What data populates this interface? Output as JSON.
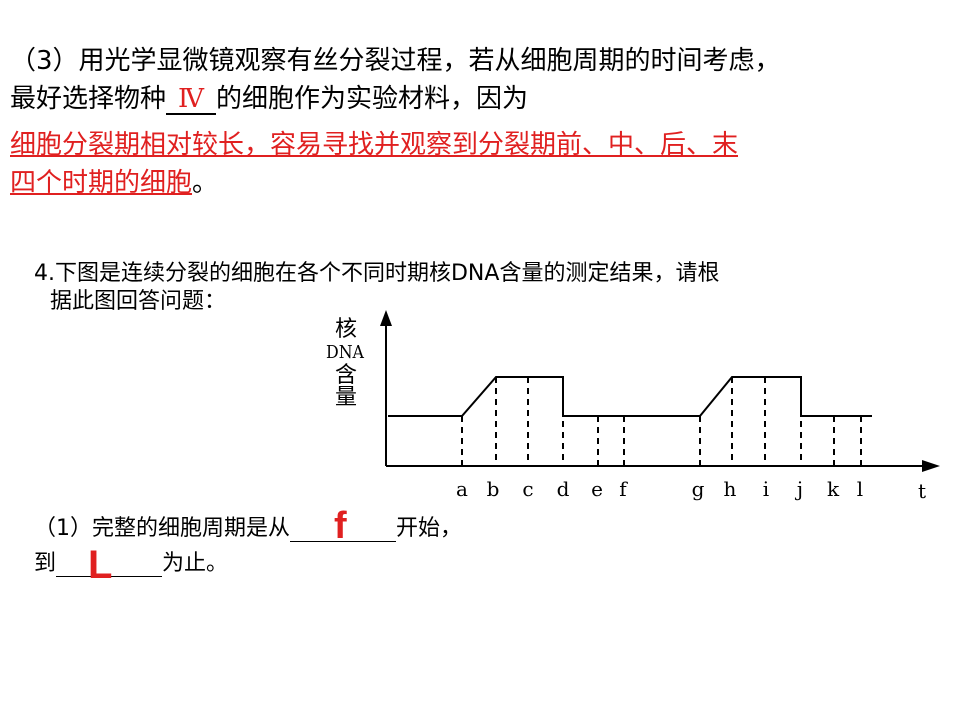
{
  "q3": {
    "line1": "（3）用光学显微镜观察有丝分裂过程，若从细胞周期的时间考虑，",
    "line2_before": "最好选择物种",
    "blank_answer": "Ⅳ",
    "line2_after": "的细胞作为实验材料，因为",
    "answer_line1": "细胞分裂期相对较长，容易寻找并观察到分裂期前、中、后、末",
    "answer_line2": "四个时期的细胞",
    "answer_end": "。"
  },
  "q4": {
    "line1": "4.下图是连续分裂的细胞在各个不同时期核DNA含量的测定结果，请根",
    "line2": "据此图回答问题：",
    "sub1_line1_before": "（1）完整的细胞周期是从",
    "sub1_answer1": "f",
    "sub1_line1_after": "开始，",
    "sub1_line2_before": "到",
    "sub1_answer2": "L",
    "sub1_line2_after": "为止。"
  },
  "chart": {
    "y_label_top": "核",
    "y_label_dna": "DNA",
    "y_label_han": "含",
    "y_label_liang": "量",
    "x_axis_label": "t",
    "tick_labels": {
      "a": "a",
      "b": "b",
      "c": "c",
      "d": "d",
      "e": "e",
      "f": "f",
      "g": "g",
      "h": "h",
      "i": "i",
      "j": "j",
      "k": "k",
      "l": "l"
    }
  },
  "chart_data": {
    "type": "line",
    "title": "",
    "xlabel": "t",
    "ylabel": "核DNA含量",
    "categories": [
      "a",
      "b",
      "c",
      "d",
      "e",
      "f",
      "g",
      "h",
      "i",
      "j",
      "k",
      "l"
    ],
    "series": [
      {
        "values": [
          1,
          2,
          2,
          2,
          1,
          1,
          1,
          2,
          2,
          2,
          1,
          1
        ]
      }
    ],
    "levels": {
      "low": 1,
      "high": 2
    },
    "ylim": [
      0,
      3
    ]
  }
}
